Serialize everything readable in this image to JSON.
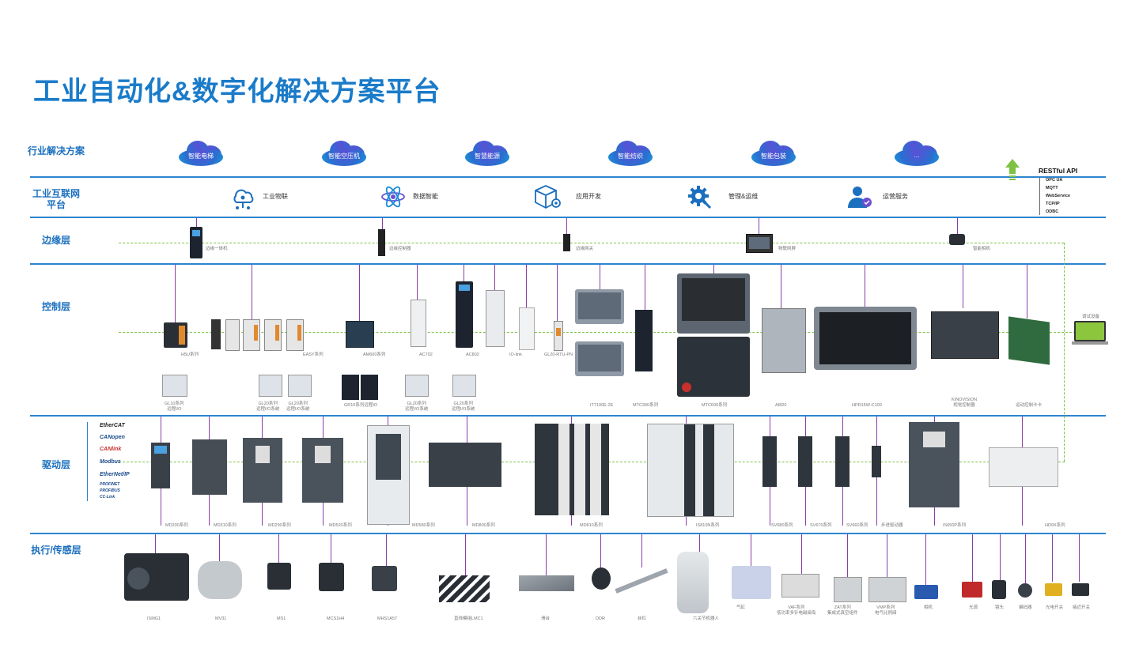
{
  "title": "工业自动化&数字化解决方案平台",
  "layers": {
    "industry": "行业解决方案",
    "iiot_line1": "工业互联网",
    "iiot_line2": "平台",
    "edge": "边缘层",
    "control": "控制层",
    "drive": "驱动层",
    "actuator": "执行/传感层"
  },
  "clouds": [
    "智能电梯",
    "智能空压机",
    "智慧能源",
    "智能纺织",
    "智能包装",
    "..."
  ],
  "platform": [
    {
      "label": "工业物联",
      "icon": "iot-cloud-icon"
    },
    {
      "label": "数据智能",
      "icon": "atom-icon"
    },
    {
      "label": "应用开发",
      "icon": "cube-gear-icon"
    },
    {
      "label": "管理&运维",
      "icon": "gear-wrench-icon"
    },
    {
      "label": "运营服务",
      "icon": "user-service-icon"
    }
  ],
  "api": {
    "title": "RESTful API",
    "items": [
      "OPC UA",
      "MQTT",
      "WebService",
      "TCP/IP",
      "ODBC"
    ]
  },
  "edge_devices": [
    "边缘一体机",
    "边缘控制器",
    "边缘网关",
    "物联网屏",
    "智能相机"
  ],
  "test_device": "调试设备",
  "control_labels": {
    "h5u": "H5U系列",
    "easy": "EASY系列",
    "am600": "AM600系列",
    "ac702": "AC702",
    "ac802": "AC802",
    "iolink": "IO-link",
    "gl20rtu": "GL20-RTU-PN",
    "gl10a": "GL10系列",
    "gl10b": "远程I/O",
    "gl20a1": "GL20系列",
    "gl20a2": "远程I/O系统",
    "gl20b1": "GL20系列",
    "gl20b2": "远程I/O系统",
    "gr10": "GR10系列远程IO",
    "gl20c1": "GL20系列",
    "gl20c2": "远程I/O系统",
    "gl20d1": "GL20系列",
    "gl20d2": "远程I/O系统",
    "it7100": "IT7100E-2E",
    "mtc300": "MTC300系列",
    "mtc600": "MTC600系列",
    "ai820": "AI820",
    "hpr": "HPR15W-C100",
    "kin1": "KINOVISION",
    "kin2": "视觉控制器",
    "motion": "运动控制卡卡"
  },
  "protocols": [
    "EtherCAT",
    "CANopen",
    "CANlink",
    "Modbus",
    "EtherNet/IP",
    "PROFINET",
    "PROFIBUS",
    "CC-Link"
  ],
  "drive_labels": [
    "MD200系列",
    "MD310系列",
    "MD290系列",
    "MD520系列",
    "MD580系列",
    "MD800系列",
    "MD810系列",
    "IS810N系列",
    "SV680系列",
    "SV670系列",
    "SV660系列",
    "步进驱动器",
    "IS650P系列",
    "HD9X系列"
  ],
  "actuator_labels": {
    "isme1": "ISMG1",
    "mv31": "MV31",
    "ms1": "MS1",
    "mcs1h4": "MCS1H4",
    "mhs": "MHS1A57",
    "lmc": "直线模组LMC1",
    "slide": "滑台",
    "ddr": "DDR",
    "screw": "丝杠",
    "robot": "六关节机器人",
    "cyl": "气缸",
    "vaf1": "VAF系列",
    "vaf2": "低功率多针电磁阀岛",
    "zat1": "ZAT系列",
    "zat2": "集成式真空组件",
    "vmp1": "VMP系列",
    "vmp2": "电气比例阀",
    "cam": "相机",
    "light": "光源",
    "lens": "镜头",
    "enc": "编码器",
    "photo": "光电开关",
    "prox": "接近开关"
  },
  "colors": {
    "title": "#1a7bc9",
    "layer_line": "#2c84cf",
    "network_dash": "#7dc242",
    "connector": "#8a3ea9",
    "api_arrow": "#7dc242"
  }
}
